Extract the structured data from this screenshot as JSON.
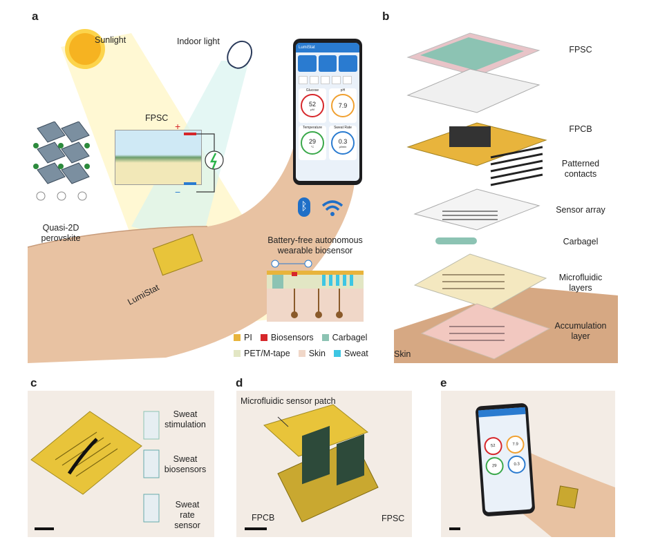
{
  "panels": {
    "a": {
      "letter": "a",
      "sunlight": "Sunlight",
      "indoor_light": "Indoor light",
      "fpsc": "FPSC",
      "perovskite_line1": "Quasi-2D",
      "perovskite_line2": "perovskite",
      "lumistat_arm": "LumiStat",
      "plus": "+",
      "minus": "−",
      "phone": {
        "app_title": "LumiStat",
        "glucose": {
          "label": "Glucose",
          "value": "52",
          "unit": "μM"
        },
        "ph": {
          "label": "pH",
          "value": "7.9",
          "unit": ""
        },
        "temperature": {
          "label": "Temperature",
          "value": "29",
          "unit": "°C"
        },
        "sweat_rate": {
          "label": "Sweat Rate",
          "value": "0.3",
          "unit": "μl/min"
        }
      },
      "battery_line1": "Battery-free autonomous",
      "battery_line2": "wearable biosensor",
      "legend": [
        {
          "label": "PI",
          "color": "#e8b43c"
        },
        {
          "label": "Biosensors",
          "color": "#d6262a"
        },
        {
          "label": "Carbagel",
          "color": "#8cc3b3"
        },
        {
          "label": "PET/M-tape",
          "color": "#e2e6c4"
        },
        {
          "label": "Skin",
          "color": "#f0d7c8"
        },
        {
          "label": "Sweat",
          "color": "#3dc6e3"
        }
      ]
    },
    "b": {
      "letter": "b",
      "fpsc": "FPSC",
      "fpcb": "FPCB",
      "patterned_line1": "Patterned",
      "patterned_line2": "contacts",
      "sensor_array": "Sensor array",
      "carbagel": "Carbagel",
      "microfluidic_line1": "Microfluidic",
      "microfluidic_line2": "layers",
      "accumulation_line1": "Accumulation",
      "accumulation_line2": "layer",
      "skin": "Skin"
    },
    "c": {
      "letter": "c",
      "stim_line1": "Sweat",
      "stim_line2": "stimulation",
      "bio_line1": "Sweat",
      "bio_line2": "biosensors",
      "rate_line1": "Sweat",
      "rate_line2": "rate",
      "rate_line3": "sensor"
    },
    "d": {
      "letter": "d",
      "patch": "Microfluidic sensor patch",
      "fpcb": "FPCB",
      "fpsc": "FPSC"
    },
    "e": {
      "letter": "e"
    }
  },
  "colors": {
    "skin": "#e8c2a2",
    "panel_bg": "#f3ece5",
    "phone_blue": "#2a7bd0",
    "gold": "#e8c43a",
    "fpsc_green": "#7fb8a0"
  }
}
